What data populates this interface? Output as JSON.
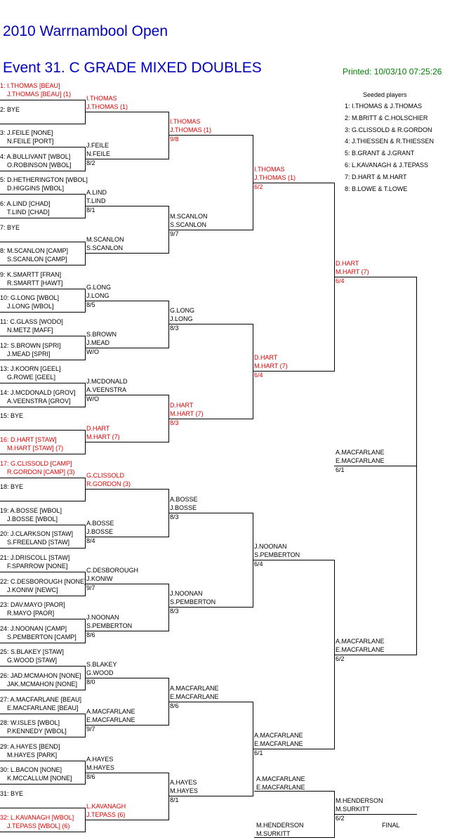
{
  "header": {
    "title": "2010 Warrnambool Open",
    "event": "Event 31. C GRADE MIXED DOUBLES",
    "printed": "Printed: 10/03/10 07:25:26"
  },
  "seeded": {
    "title": "Seeded players",
    "items": [
      "1: I.THOMAS & J.THOMAS",
      "2: M.BRITT & C.HOLSCHIER",
      "3: G.CLISSOLD & R.GORDON",
      "4: J.THIESSEN & R.THIESSEN",
      "5: B.GRANT & J.GRANT",
      "6: L.KAVANAGH & J.TEPASS",
      "7: D.HART & M.HART",
      "8: B.LOWE & T.LOWE"
    ]
  },
  "entries": [
    {
      "l1": "1: I.THOMAS [BEAU]",
      "l2": "J.THOMAS [BEAU] (1)",
      "red": true
    },
    {
      "l1": "2: BYE",
      "l2": "",
      "red": false
    },
    {
      "l1": "3: J.FEILE [NONE]",
      "l2": "N.FEILE [PORT]",
      "red": false
    },
    {
      "l1": "4: A.BULLIVANT [WBOL]",
      "l2": "O.ROBINSON [WBOL]",
      "red": false
    },
    {
      "l1": "5: D.HETHERINGTON [WBOL]",
      "l2": "D.HIGGINS [WBOL]",
      "red": false
    },
    {
      "l1": "6: A.LIND [CHAD]",
      "l2": "T.LIND [CHAD]",
      "red": false
    },
    {
      "l1": "7: BYE",
      "l2": "",
      "red": false
    },
    {
      "l1": "8: M.SCANLON [CAMP]",
      "l2": "S.SCANLON [CAMP]",
      "red": false
    },
    {
      "l1": "9: K.SMARTT [FRAN]",
      "l2": "R.SMARTT [HAWT]",
      "red": false
    },
    {
      "l1": "10: G.LONG [WBOL]",
      "l2": "J.LONG [WBOL]",
      "red": false
    },
    {
      "l1": "11: C.GLASS [WODO]",
      "l2": "N.METZ [MAFF]",
      "red": false
    },
    {
      "l1": "12: S.BROWN [SPRI]",
      "l2": "J.MEAD [SPRI]",
      "red": false
    },
    {
      "l1": "13: J.KOORN [GEEL]",
      "l2": "G.ROWE [GEEL]",
      "red": false
    },
    {
      "l1": "14: J.MCDONALD [GROV]",
      "l2": "A.VEENSTRA [GROV]",
      "red": false
    },
    {
      "l1": "15: BYE",
      "l2": "",
      "red": false
    },
    {
      "l1": "16: D.HART [STAW]",
      "l2": "M.HART [STAW] (7)",
      "red": true
    },
    {
      "l1": "17: G.CLISSOLD [CAMP]",
      "l2": "R.GORDON [CAMP] (3)",
      "red": true
    },
    {
      "l1": "18: BYE",
      "l2": "",
      "red": false
    },
    {
      "l1": "19: A.BOSSE [WBOL]",
      "l2": "J.BOSSE [WBOL]",
      "red": false
    },
    {
      "l1": "20: J.CLARKSON [STAW]",
      "l2": "S.FREELAND [STAW]",
      "red": false
    },
    {
      "l1": "21: J.DRISCOLL [STAW]",
      "l2": "F.SPARROW [NONE]",
      "red": false
    },
    {
      "l1": "22: C.DESBOROUGH [NONE]",
      "l2": "J.KONIW [NEWC]",
      "red": false
    },
    {
      "l1": "23: DAV.MAYO [PAOR]",
      "l2": "R.MAYO [PAOR]",
      "red": false
    },
    {
      "l1": "24: J.NOONAN [CAMP]",
      "l2": "S.PEMBERTON [CAMP]",
      "red": false
    },
    {
      "l1": "25: S.BLAKEY [STAW]",
      "l2": "G.WOOD [STAW]",
      "red": false
    },
    {
      "l1": "26: JAD.MCMAHON [NONE]",
      "l2": "JAK.MCMAHON [NONE]",
      "red": false
    },
    {
      "l1": "27: A.MACFARLANE [BEAU]",
      "l2": "E.MACFARLANE [BEAU]",
      "red": false
    },
    {
      "l1": "28: W.ISLES [WBOL]",
      "l2": "P.KENNEDY [WBOL]",
      "red": false
    },
    {
      "l1": "29: A.HAYES [BEND]",
      "l2": "M.HAYES [PARK]",
      "red": false
    },
    {
      "l1": "30: L.BACON [NONE]",
      "l2": "K.MCCALLUM [NONE]",
      "red": false
    },
    {
      "l1": "31: BYE",
      "l2": "",
      "red": false
    },
    {
      "l1": "32: L.KAVANAGH [WBOL]",
      "l2": "J.TEPASS [WBOL] (6)",
      "red": true
    }
  ],
  "r2": [
    {
      "l1": "I.THOMAS",
      "l2": "J.THOMAS (1)",
      "score": "",
      "red": true
    },
    {
      "l1": "J.FEILE",
      "l2": "N.FEILE",
      "score": "8/2",
      "red": false
    },
    {
      "l1": "A.LIND",
      "l2": "T.LIND",
      "score": "8/1",
      "red": false
    },
    {
      "l1": "M.SCANLON",
      "l2": "S.SCANLON",
      "score": "",
      "red": false
    },
    {
      "l1": "G.LONG",
      "l2": "J.LONG",
      "score": "8/5",
      "red": false
    },
    {
      "l1": "S.BROWN",
      "l2": "J.MEAD",
      "score": "W/O",
      "red": false
    },
    {
      "l1": "J.MCDONALD",
      "l2": "A.VEENSTRA",
      "score": "W/O",
      "red": false
    },
    {
      "l1": "D.HART",
      "l2": "M.HART (7)",
      "score": "",
      "red": true
    },
    {
      "l1": "G.CLISSOLD",
      "l2": "R.GORDON (3)",
      "score": "",
      "red": true
    },
    {
      "l1": "A.BOSSE",
      "l2": "J.BOSSE",
      "score": "8/4",
      "red": false
    },
    {
      "l1": "C.DESBOROUGH",
      "l2": "J.KONIW",
      "score": "9/7",
      "red": false
    },
    {
      "l1": "J.NOONAN",
      "l2": "S.PEMBERTON",
      "score": "8/6",
      "red": false
    },
    {
      "l1": "S.BLAKEY",
      "l2": "G.WOOD",
      "score": "8/0",
      "red": false
    },
    {
      "l1": "A.MACFARLANE",
      "l2": "E.MACFARLANE",
      "score": "9/7",
      "red": false
    },
    {
      "l1": "A.HAYES",
      "l2": "M.HAYES",
      "score": "8/6",
      "red": false
    },
    {
      "l1": "L.KAVANAGH",
      "l2": "J.TEPASS (6)",
      "score": "",
      "red": true
    }
  ],
  "r3": [
    {
      "l1": "I.THOMAS",
      "l2": "J.THOMAS (1)",
      "score": "9/8",
      "red": true
    },
    {
      "l1": "M.SCANLON",
      "l2": "S.SCANLON",
      "score": "9/7",
      "red": false
    },
    {
      "l1": "G.LONG",
      "l2": "J.LONG",
      "score": "8/3",
      "red": false
    },
    {
      "l1": "D.HART",
      "l2": "M.HART (7)",
      "score": "8/3",
      "red": true
    },
    {
      "l1": "A.BOSSE",
      "l2": "J.BOSSE",
      "score": "8/3",
      "red": false
    },
    {
      "l1": "J.NOONAN",
      "l2": "S.PEMBERTON",
      "score": "8/3",
      "red": false
    },
    {
      "l1": "A.MACFARLANE",
      "l2": "E.MACFARLANE",
      "score": "8/6",
      "red": false
    },
    {
      "l1": "A.HAYES",
      "l2": "M.HAYES",
      "score": "8/1",
      "red": false
    }
  ],
  "r4": [
    {
      "l1": "I.THOMAS",
      "l2": "J.THOMAS (1)",
      "score": "6/2",
      "red": true
    },
    {
      "l1": "D.HART",
      "l2": "M.HART (7)",
      "score": "6/4",
      "red": true
    },
    {
      "l1": "J.NOONAN",
      "l2": "S.PEMBERTON",
      "score": "6/4",
      "red": false
    },
    {
      "l1": "A.MACFARLANE",
      "l2": "E.MACFARLANE",
      "score": "6/1",
      "red": false
    }
  ],
  "r5": [
    {
      "l1": "D.HART",
      "l2": "M.HART (7)",
      "score": "6/4",
      "red": true
    },
    {
      "l1": "A.MACFARLANE",
      "l2": "E.MACFARLANE",
      "score": "6/2",
      "red": false
    }
  ],
  "r6": [
    {
      "l1": "A.MACFARLANE",
      "l2": "E.MACFARLANE",
      "score": "6/1",
      "red": false
    }
  ],
  "final": {
    "top": {
      "l1": "A.MACFARLANE",
      "l2": "E.MACFARLANE"
    },
    "bottom": {
      "l1": "M.HENDERSON",
      "l2": "M.SURKITT"
    },
    "winner": {
      "l1": "M.HENDERSON",
      "l2": "M.SURKITT",
      "score": "6/2"
    },
    "label": "FINAL"
  }
}
